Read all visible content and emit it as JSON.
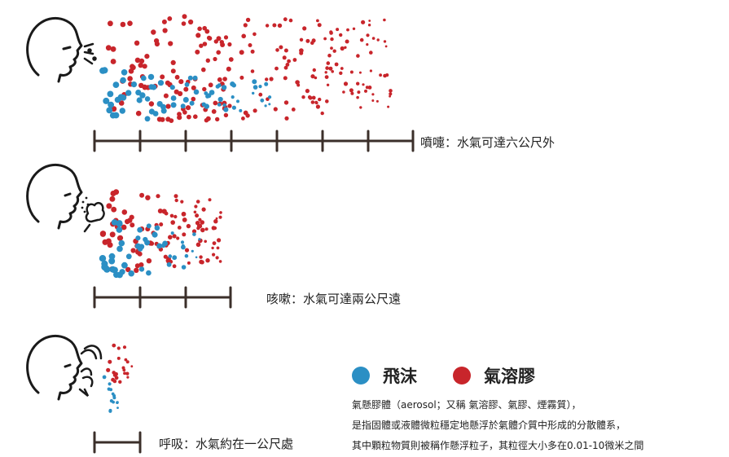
{
  "scenarios": [
    {
      "id": "sneeze",
      "caption": "噴嚏：水氣可達六公尺外"
    },
    {
      "id": "cough",
      "caption": "咳嗽：水氣可達兩公尺遠"
    },
    {
      "id": "breath",
      "caption": "呼吸：水氣約在一公尺處"
    }
  ],
  "legend": {
    "droplet": {
      "label": "飛沫",
      "color": "#2b8fc4"
    },
    "aerosol": {
      "label": "氣溶膠",
      "color": "#c8252b"
    }
  },
  "description": {
    "line1": "氣懸膠體（aerosol；又稱 氣溶膠、氣膠、煙霧質），",
    "line2": "是指固體或液體微粒穩定地懸浮於氣體介質中形成的分散體系，",
    "line3": "其中顆粒物質則被稱作懸浮粒子，其粒徑大小多在0.01-10微米之間"
  },
  "colors": {
    "ink": "#1a1a1a",
    "scale": "#3b2f2a"
  }
}
